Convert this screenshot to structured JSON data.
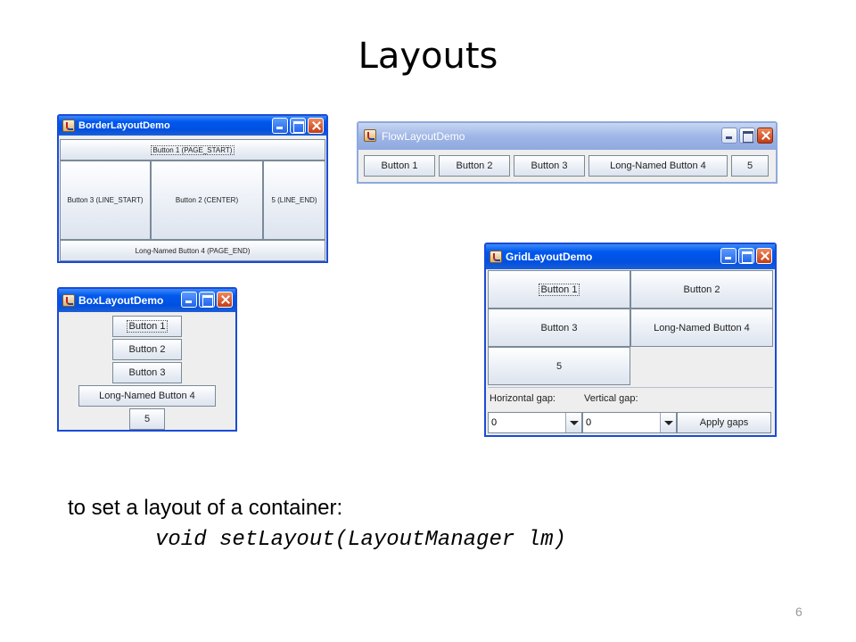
{
  "slide": {
    "title": "Layouts",
    "page_number": "6"
  },
  "border_demo": {
    "title": "BorderLayoutDemo",
    "page_start": "Button 1 (PAGE_START)",
    "line_start": "Button 3 (LINE_START)",
    "center": "Button 2 (CENTER)",
    "line_end": "5 (LINE_END)",
    "page_end": "Long-Named Button 4 (PAGE_END)"
  },
  "flow_demo": {
    "title": "FlowLayoutDemo",
    "buttons": [
      "Button 1",
      "Button 2",
      "Button 3",
      "Long-Named Button 4",
      "5"
    ]
  },
  "box_demo": {
    "title": "BoxLayoutDemo",
    "buttons": [
      "Button 1",
      "Button 2",
      "Button 3",
      "Long-Named Button 4",
      "5"
    ]
  },
  "grid_demo": {
    "title": "GridLayoutDemo",
    "buttons": [
      "Button 1",
      "Button 2",
      "Button 3",
      "Long-Named Button 4",
      "5"
    ],
    "horizontal_gap_label": "Horizontal gap:",
    "vertical_gap_label": "Vertical gap:",
    "horizontal_gap_value": "0",
    "vertical_gap_value": "0",
    "apply_label": "Apply gaps"
  },
  "caption": "to set a layout of a container:",
  "code": "void setLayout(LayoutManager lm)"
}
